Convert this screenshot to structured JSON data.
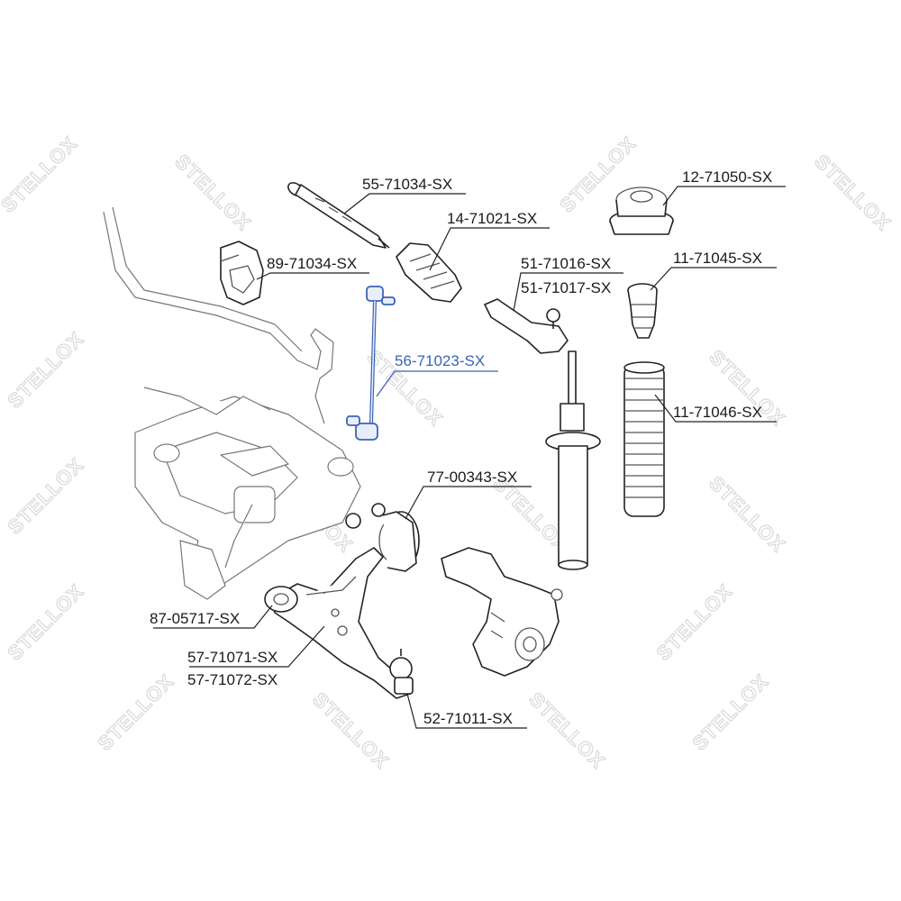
{
  "watermark": {
    "text": "STELLOX"
  },
  "callouts": [
    {
      "id": "55-71034-SX",
      "label": "55-71034-SX",
      "highlight": false
    },
    {
      "id": "14-71021-SX",
      "label": "14-71021-SX",
      "highlight": false
    },
    {
      "id": "89-71034-SX",
      "label": "89-71034-SX",
      "highlight": false
    },
    {
      "id": "51-71016-SX",
      "label": "51-71016-SX",
      "highlight": false
    },
    {
      "id": "51-71017-SX",
      "label": "51-71017-SX",
      "highlight": false
    },
    {
      "id": "12-71050-SX",
      "label": "12-71050-SX",
      "highlight": false
    },
    {
      "id": "11-71045-SX",
      "label": "11-71045-SX",
      "highlight": false
    },
    {
      "id": "56-71023-SX",
      "label": "56-71023-SX",
      "highlight": true
    },
    {
      "id": "11-71046-SX",
      "label": "11-71046-SX",
      "highlight": false
    },
    {
      "id": "77-00343-SX",
      "label": "77-00343-SX",
      "highlight": false
    },
    {
      "id": "87-05717-SX",
      "label": "87-05717-SX",
      "highlight": false
    },
    {
      "id": "57-71071-SX",
      "label": "57-71071-SX",
      "highlight": false
    },
    {
      "id": "57-71072-SX",
      "label": "57-71072-SX",
      "highlight": false
    },
    {
      "id": "52-71011-SX",
      "label": "52-71011-SX",
      "highlight": false
    }
  ],
  "colors": {
    "highlight": "#3a63b8",
    "text": "#1a1a1a",
    "watermark": "#d9d9d9"
  }
}
